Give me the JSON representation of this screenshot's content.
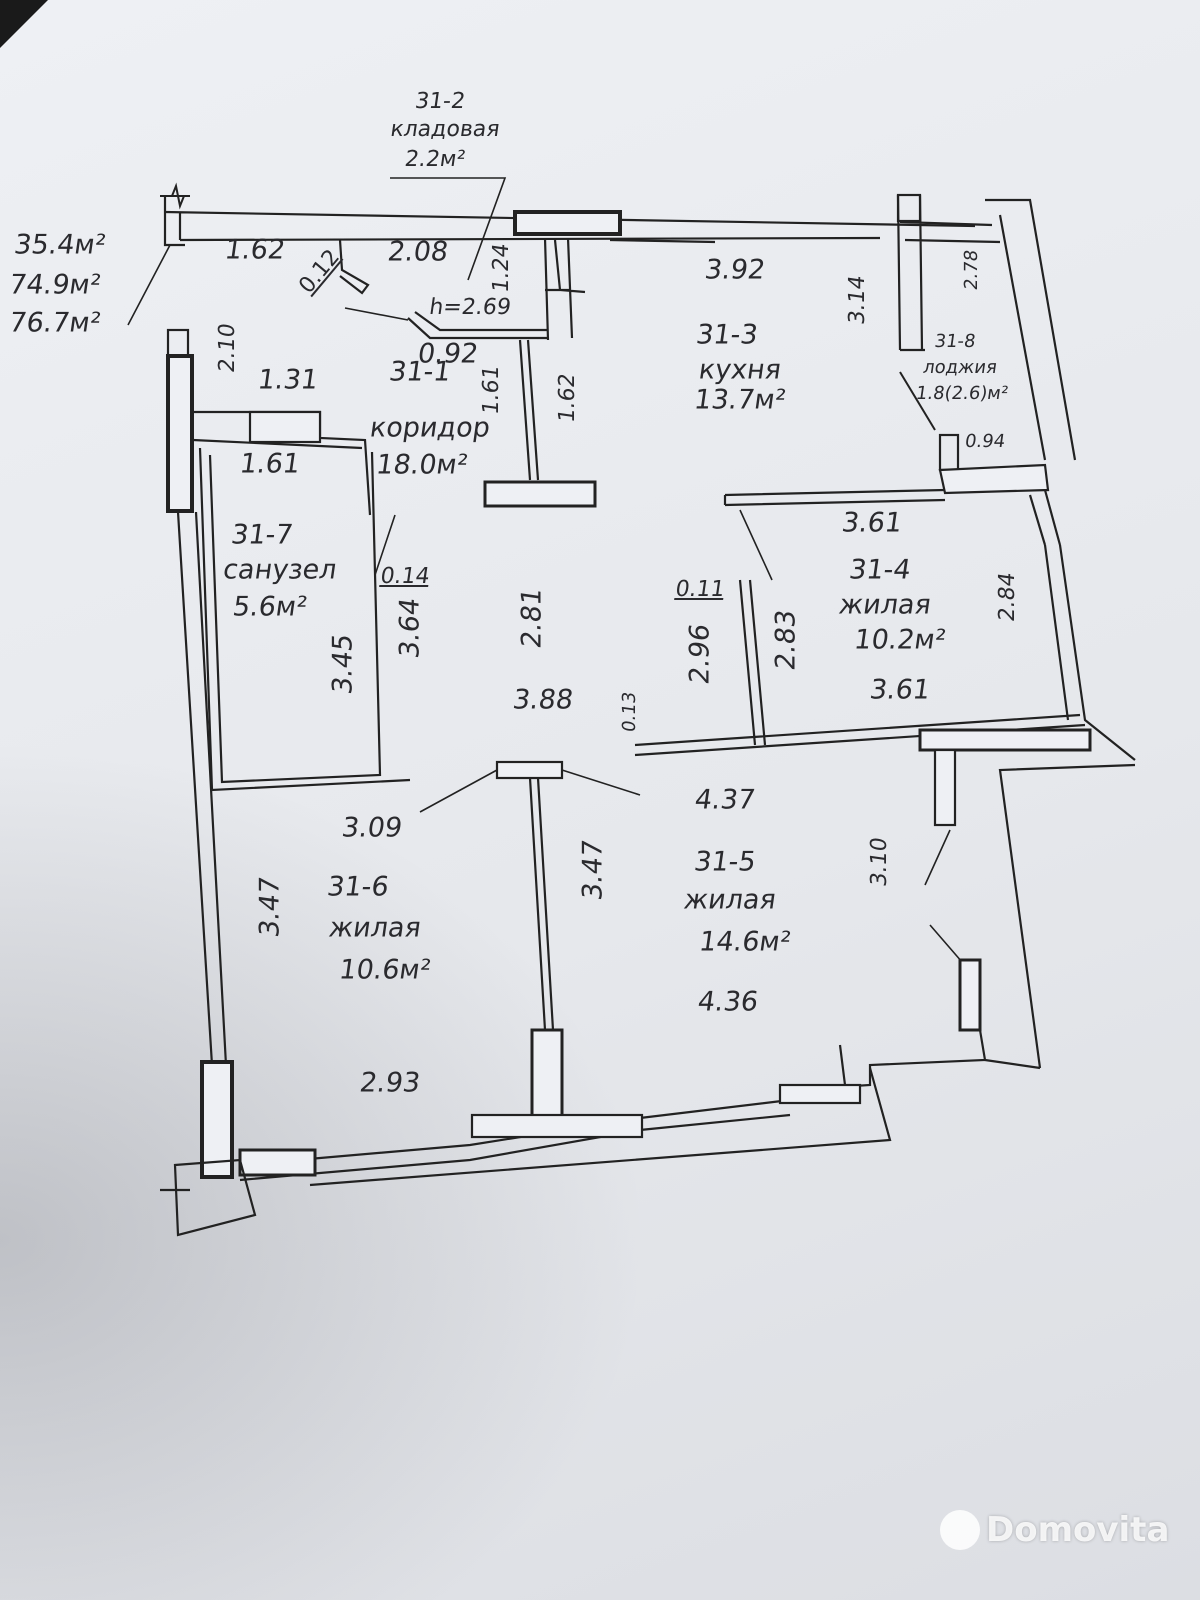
{
  "plan": {
    "totals": [
      "35.4м²",
      "74.9м²",
      "76.7м²"
    ],
    "ceiling_height": "h=2.69",
    "rooms": {
      "r1": {
        "id": "31-1",
        "name": "коридор",
        "area": "18.0м²"
      },
      "r2": {
        "id": "31-2",
        "name": "кладовая",
        "area": "2.2м²"
      },
      "r3": {
        "id": "31-3",
        "name": "кухня",
        "area": "13.7м²"
      },
      "r4": {
        "id": "31-4",
        "name": "жилая",
        "area": "10.2м²"
      },
      "r5": {
        "id": "31-5",
        "name": "жилая",
        "area": "14.6м²"
      },
      "r6": {
        "id": "31-6",
        "name": "жилая",
        "area": "10.6м²"
      },
      "r7": {
        "id": "31-7",
        "name": "санузел",
        "area": "5.6м²"
      },
      "r8": {
        "id": "31-8",
        "name": "лоджия",
        "area": "1.8(2.6)м²"
      }
    },
    "dims": {
      "d162a": "1.62",
      "d208": "2.08",
      "d124": "1.24",
      "d012": "0.12",
      "d092": "0.92",
      "d392": "3.92",
      "d314": "3.14",
      "d278": "2.78",
      "d094": "0.94",
      "d210": "2.10",
      "d131": "1.31",
      "d161a": "1.61",
      "d162b": "1.62",
      "d161b": "1.61",
      "d014": "0.14",
      "d364": "3.64",
      "d345": "3.45",
      "d281": "2.81",
      "d388": "3.88",
      "d011": "0.11",
      "d296": "2.96",
      "d283": "2.83",
      "d013": "0.13",
      "d361a": "3.61",
      "d284": "2.84",
      "d361b": "3.61",
      "d437": "4.37",
      "d309": "3.09",
      "d347a": "3.47",
      "d310": "3.10",
      "d436": "4.36",
      "d347b": "3.47",
      "d293": "2.93"
    }
  },
  "watermark": "Domovita"
}
